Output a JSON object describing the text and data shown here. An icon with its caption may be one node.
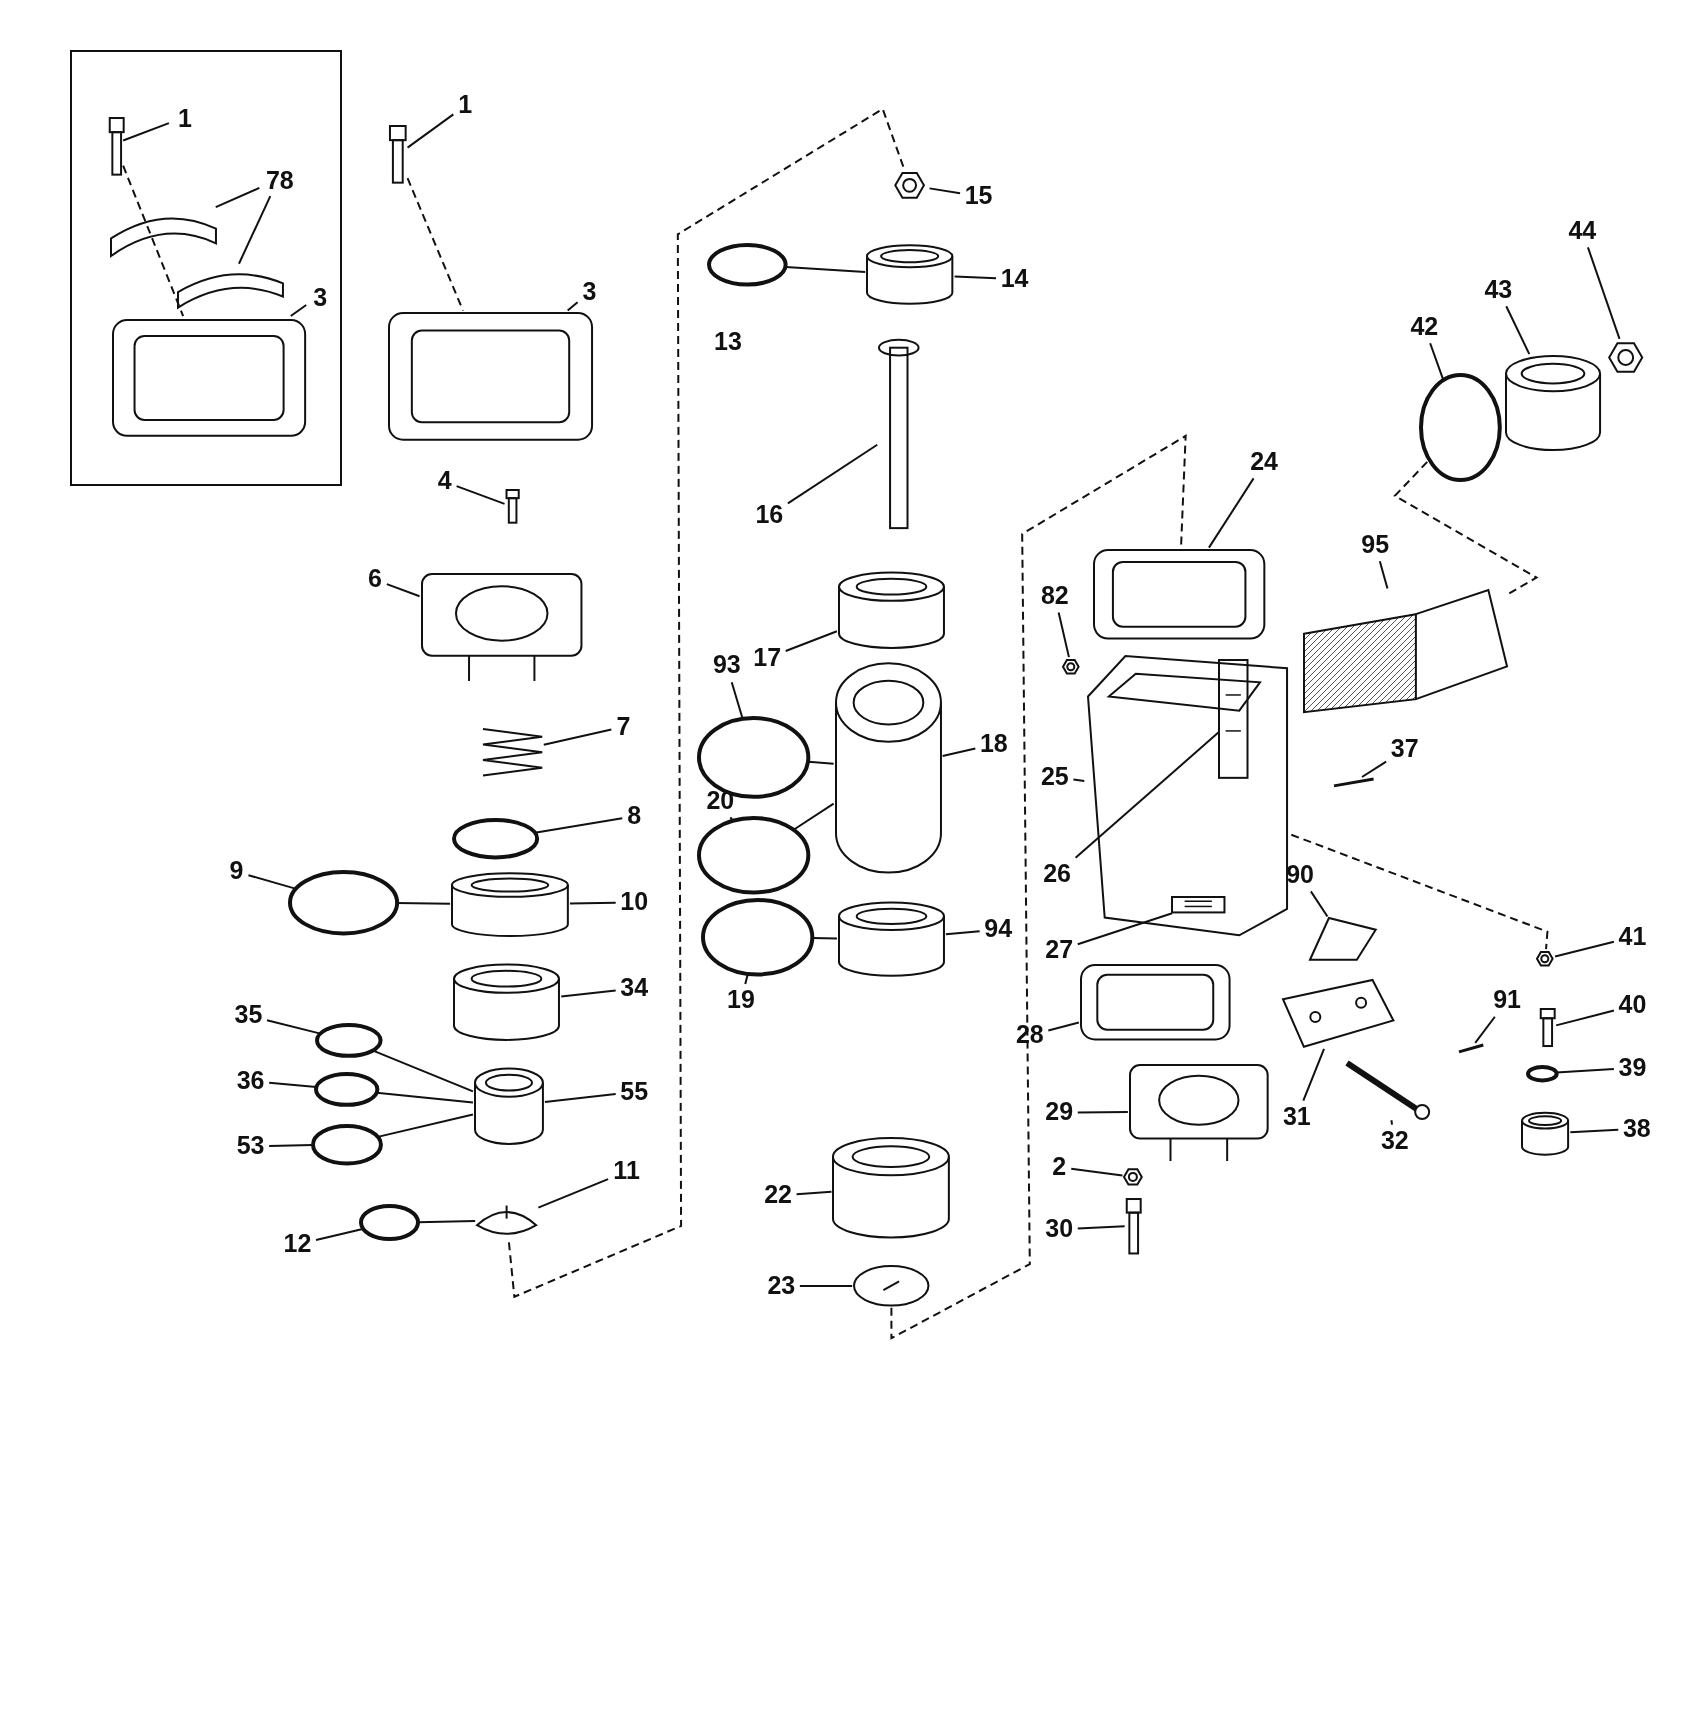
{
  "diagram": {
    "nodes": [
      {
        "text": [],
        "shape": "box"
      },
      {
        "text": [
          "1"
        ],
        "in": 0
      },
      {
        "text": [],
        "shape": "picture",
        "in": 0
      },
      {
        "text": [
          "78"
        ],
        "in": 0
      },
      {
        "text": [],
        "shape": "picture",
        "in": 0
      },
      {
        "text": [],
        "shape": "picture",
        "in": 0
      },
      {
        "text": [
          "3"
        ],
        "in": 0
      },
      {
        "text": [],
        "shape": "picture",
        "in": 0
      },
      {
        "text": [
          "1"
        ]
      },
      {
        "text": [],
        "shape": "picture"
      },
      {
        "text": [
          "3"
        ]
      },
      {
        "text": [],
        "shape": "picture"
      },
      {
        "text": [
          "4"
        ]
      },
      {
        "text": [],
        "shape": "picture"
      },
      {
        "text": [
          "6"
        ]
      },
      {
        "text": [],
        "shape": "picture"
      },
      {
        "text": [
          "7"
        ]
      },
      {
        "text": [],
        "shape": "picture"
      },
      {
        "text": [
          "8"
        ]
      },
      {
        "text": [],
        "shape": "circle"
      },
      {
        "text": [
          "9"
        ]
      },
      {
        "text": [],
        "shape": "circle"
      },
      {
        "text": [
          "10"
        ]
      },
      {
        "text": [],
        "shape": "picture"
      },
      {
        "text": [
          "34"
        ]
      },
      {
        "text": [],
        "shape": "picture"
      },
      {
        "text": [
          "35"
        ]
      },
      {
        "text": [],
        "shape": "circle"
      },
      {
        "text": [
          "36"
        ]
      },
      {
        "text": [],
        "shape": "circle"
      },
      {
        "text": [
          "53"
        ]
      },
      {
        "text": [],
        "shape": "circle"
      },
      {
        "text": [
          "55"
        ]
      },
      {
        "text": [],
        "shape": "picture"
      },
      {
        "text": [
          "11"
        ]
      },
      {
        "text": [],
        "shape": "picture"
      },
      {
        "text": [
          "12"
        ]
      },
      {
        "text": [],
        "shape": "circle"
      },
      {
        "text": [
          "15"
        ]
      },
      {
        "text": [],
        "shape": "picture"
      },
      {
        "text": [],
        "shape": "circle"
      },
      {
        "text": [
          "14"
        ]
      },
      {
        "text": [],
        "shape": "picture"
      },
      {
        "text": [
          "16"
        ]
      },
      {
        "text": [],
        "shape": "picture"
      },
      {
        "text": [
          "17"
        ]
      },
      {
        "text": [],
        "shape": "picture"
      },
      {
        "text": [
          "93"
        ]
      },
      {
        "text": [],
        "shape": "circle"
      },
      {
        "text": [
          "18"
        ]
      },
      {
        "text": [],
        "shape": "picture"
      },
      {
        "text": [
          "20"
        ]
      },
      {
        "text": [],
        "shape": "circle"
      },
      {
        "text": [
          "19"
        ]
      },
      {
        "text": [],
        "shape": "circle"
      },
      {
        "text": [
          "94"
        ]
      },
      {
        "text": [],
        "shape": "picture"
      },
      {
        "text": [
          "22"
        ]
      },
      {
        "text": [],
        "shape": "picture"
      },
      {
        "text": [
          "23"
        ]
      },
      {
        "text": [],
        "shape": "picture"
      },
      {
        "text": [
          "24"
        ]
      },
      {
        "text": [],
        "shape": "picture"
      },
      {
        "text": [
          "82"
        ]
      },
      {
        "text": [],
        "shape": "picture"
      },
      {
        "text": [
          "25"
        ]
      },
      {
        "text": [],
        "shape": "picture"
      },
      {
        "text": [
          "26"
        ]
      },
      {
        "text": [],
        "shape": "picture",
        "in": 66
      },
      {
        "text": [
          "27"
        ]
      },
      {
        "text": [],
        "shape": "picture",
        "in": 66
      },
      {
        "text": [
          "95"
        ]
      },
      {
        "text": [],
        "shape": "picture"
      },
      {
        "text": [
          "42"
        ]
      },
      {
        "text": [],
        "shape": "circle"
      },
      {
        "text": [
          "43"
        ]
      },
      {
        "text": [],
        "shape": "picture"
      },
      {
        "text": [
          "44"
        ]
      },
      {
        "text": [],
        "shape": "picture"
      },
      {
        "text": [
          "37"
        ]
      },
      {
        "text": [],
        "shape": "picture"
      },
      {
        "text": [
          "90"
        ]
      },
      {
        "text": [],
        "shape": "picture"
      },
      {
        "text": [
          "28"
        ]
      },
      {
        "text": [],
        "shape": "picture"
      },
      {
        "text": [
          "29"
        ]
      },
      {
        "text": [],
        "shape": "picture"
      },
      {
        "text": [
          "31"
        ]
      },
      {
        "text": [],
        "shape": "picture"
      },
      {
        "text": [
          "32"
        ]
      },
      {
        "text": [],
        "shape": "picture"
      },
      {
        "text": [
          "91"
        ]
      },
      {
        "text": [],
        "shape": "picture"
      },
      {
        "text": [
          "41"
        ]
      },
      {
        "text": [],
        "shape": "picture"
      },
      {
        "text": [
          "40"
        ]
      },
      {
        "text": [],
        "shape": "picture"
      },
      {
        "text": [
          "39"
        ]
      },
      {
        "text": [],
        "shape": "circle"
      },
      {
        "text": [
          "38"
        ]
      },
      {
        "text": [],
        "shape": "picture"
      },
      {
        "text": [
          "2"
        ]
      },
      {
        "text": [],
        "shape": "picture"
      },
      {
        "text": [
          "30"
        ]
      },
      {
        "text": [],
        "shape": "picture"
      }
    ],
    "edges": [
      {
        "from": 1,
        "to": 2,
        "arrow": "none"
      },
      {
        "from": 3,
        "to": 4,
        "arrow": "none"
      },
      {
        "from": 3,
        "to": 5,
        "arrow": "none"
      },
      {
        "from": 6,
        "to": 7,
        "arrow": "none"
      },
      {
        "from": 8,
        "to": 9,
        "arrow": "none"
      },
      {
        "from": 10,
        "to": 11,
        "arrow": "none"
      },
      {
        "from": 12,
        "to": 13,
        "arrow": "none"
      },
      {
        "from": 14,
        "to": 15,
        "arrow": "none"
      },
      {
        "from": 16,
        "to": 17,
        "arrow": "none"
      },
      {
        "from": 18,
        "to": 19,
        "arrow": "none"
      },
      {
        "from": 20,
        "to": 21,
        "arrow": "none"
      },
      {
        "from": 21,
        "to": 23,
        "arrow": "none"
      },
      {
        "from": 22,
        "to": 23,
        "arrow": "none"
      },
      {
        "from": 24,
        "to": 25,
        "arrow": "none"
      },
      {
        "from": 26,
        "to": 27,
        "arrow": "none"
      },
      {
        "from": 27,
        "to": 33,
        "arrow": "none"
      },
      {
        "from": 28,
        "to": 29,
        "arrow": "none"
      },
      {
        "from": 29,
        "to": 33,
        "arrow": "none"
      },
      {
        "from": 30,
        "to": 31,
        "arrow": "none"
      },
      {
        "from": 31,
        "to": 33,
        "arrow": "none"
      },
      {
        "from": 32,
        "to": 33,
        "arrow": "none"
      },
      {
        "from": 34,
        "to": 35,
        "arrow": "none"
      },
      {
        "from": 36,
        "to": 37,
        "arrow": "none"
      },
      {
        "from": 37,
        "to": 35,
        "arrow": "none"
      },
      {
        "from": 38,
        "to": 39,
        "arrow": "none"
      },
      {
        "from": 40,
        "to": 42,
        "arrow": "none"
      },
      {
        "from": 41,
        "to": 42,
        "arrow": "none"
      },
      {
        "from": 43,
        "to": 44,
        "arrow": "none"
      },
      {
        "from": 45,
        "to": 46,
        "arrow": "none"
      },
      {
        "from": 47,
        "to": 48,
        "arrow": "none"
      },
      {
        "from": 48,
        "to": 50,
        "arrow": "none"
      },
      {
        "from": 49,
        "to": 50,
        "arrow": "none"
      },
      {
        "from": 51,
        "to": 52,
        "arrow": "none"
      },
      {
        "from": 52,
        "to": 50,
        "arrow": "none"
      },
      {
        "from": 53,
        "to": 54,
        "arrow": "none"
      },
      {
        "from": 54,
        "to": 56,
        "arrow": "none"
      },
      {
        "from": 55,
        "to": 56,
        "arrow": "none"
      },
      {
        "from": 57,
        "to": 58,
        "arrow": "none"
      },
      {
        "from": 59,
        "to": 60,
        "arrow": "none"
      },
      {
        "from": 61,
        "to": 62,
        "arrow": "none"
      },
      {
        "from": 63,
        "to": 64,
        "arrow": "none"
      },
      {
        "from": 65,
        "to": 66,
        "arrow": "none"
      },
      {
        "from": 67,
        "to": 68,
        "arrow": "none"
      },
      {
        "from": 69,
        "to": 70,
        "arrow": "none"
      },
      {
        "from": 71,
        "to": 72,
        "arrow": "none"
      },
      {
        "from": 73,
        "to": 74,
        "arrow": "none"
      },
      {
        "from": 75,
        "to": 76,
        "arrow": "none"
      },
      {
        "from": 77,
        "to": 78,
        "arrow": "none"
      },
      {
        "from": 79,
        "to": 80,
        "arrow": "none"
      },
      {
        "from": 81,
        "to": 82,
        "arrow": "none"
      },
      {
        "from": 83,
        "to": 84,
        "arrow": "none"
      },
      {
        "from": 85,
        "to": 86,
        "arrow": "none"
      },
      {
        "from": 87,
        "to": 88,
        "arrow": "none"
      },
      {
        "from": 89,
        "to": 90,
        "arrow": "none"
      },
      {
        "from": 91,
        "to": 92,
        "arrow": "none"
      },
      {
        "from": 93,
        "to": 94,
        "arrow": "none"
      },
      {
        "from": 95,
        "to": 96,
        "arrow": "none"
      },
      {
        "from": 97,
        "to": 98,
        "arrow": "none"
      },
      {
        "from": 99,
        "to": 100,
        "arrow": "none"
      },
      {
        "from": 101,
        "to": 102,
        "arrow": "none"
      },
      {
        "from": 103,
        "to": 104,
        "arrow": "none"
      },
      {
        "from": 2,
        "to": 7,
        "arrow": "none",
        "style": "dashed"
      },
      {
        "from": 9,
        "to": 11,
        "arrow": "none",
        "style": "dashed"
      },
      {
        "from": 35,
        "to": 39,
        "arrow": "none",
        "style": "dashed"
      },
      {
        "from": 60,
        "to": 62,
        "arrow": "none",
        "style": "dashed"
      },
      {
        "from": 66,
        "to": 94,
        "arrow": "none",
        "style": "dashed"
      },
      {
        "from": 72,
        "to": 74,
        "arrow": "none",
        "style": "dashed"
      }
    ],
    "labels": [
      "13"
    ]
  }
}
